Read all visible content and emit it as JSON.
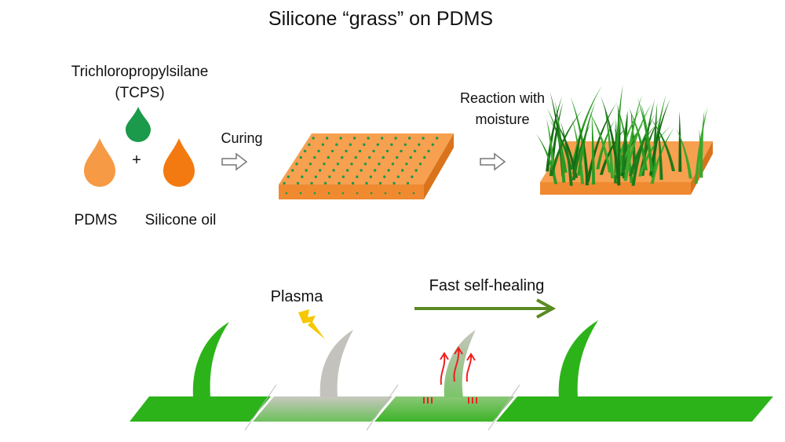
{
  "title": "Silicone “grass” on PDMS",
  "top_process": {
    "tcps_label_line1": "Trichloropropylsilane",
    "tcps_label_line2": "(TCPS)",
    "plus": "+",
    "pdms_label": "PDMS",
    "silicone_oil_label": "Silicone oil",
    "curing_label": "Curing",
    "reaction_label_line1": "Reaction with",
    "reaction_label_line2": "moisture"
  },
  "bottom_process": {
    "plasma_label": "Plasma",
    "healing_label": "Fast self-healing"
  },
  "colors": {
    "tcps_green": "#1a9a4a",
    "pdms_orange": "#f79a45",
    "oil_orange": "#f37a10",
    "grass_green": "#2db31a",
    "healing_arrow": "#5a8a22",
    "plasma_yellow": "#f5c800",
    "heal_red": "#f02020"
  }
}
